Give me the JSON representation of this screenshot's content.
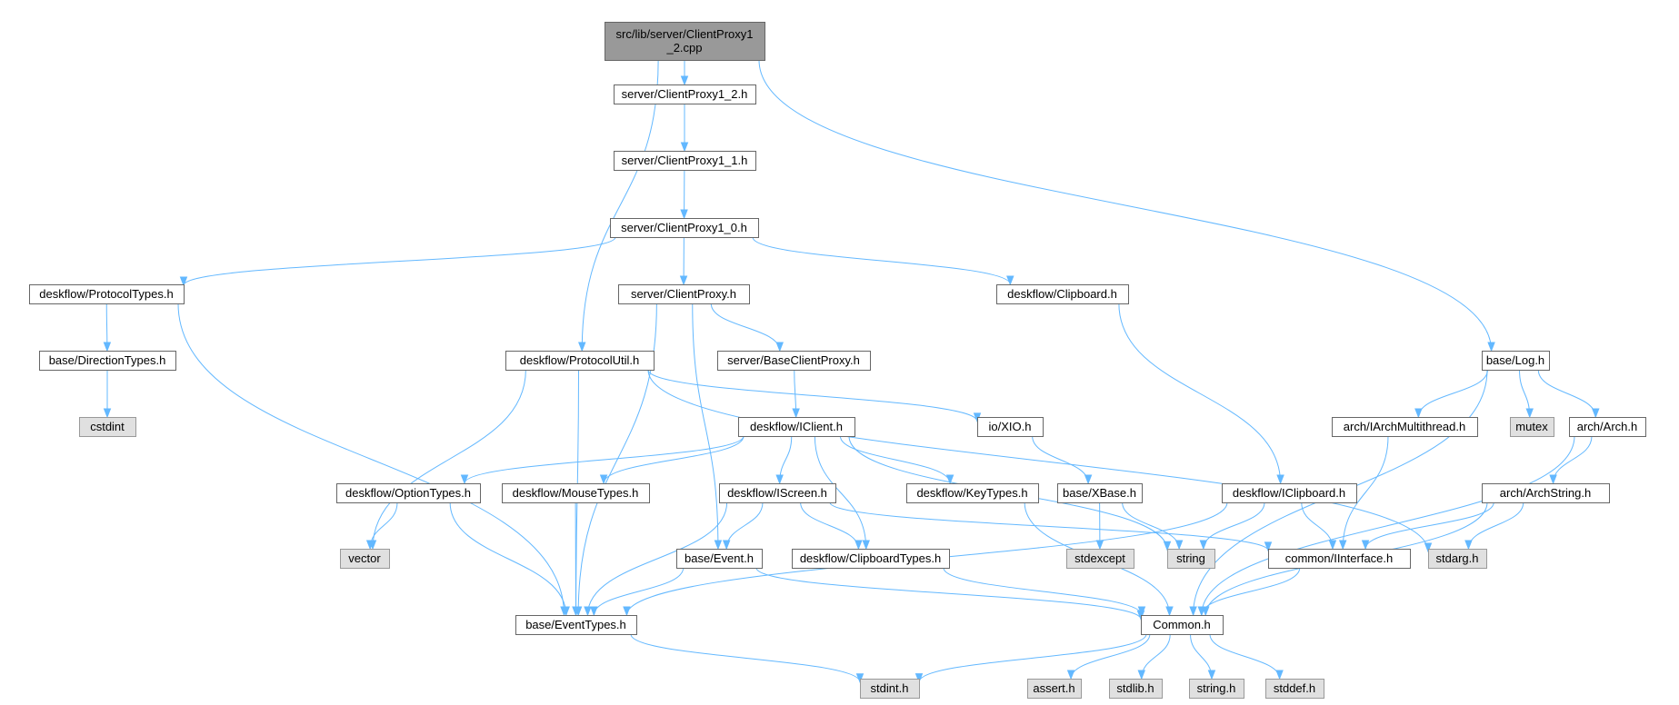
{
  "diagram": {
    "nodes": [
      {
        "id": "root",
        "label": [
          "src/lib/server/ClientProxy1",
          "_2.cpp"
        ],
        "kind": "root"
      },
      {
        "id": "cp12h",
        "label": [
          "server/ClientProxy1_2.h"
        ],
        "kind": "normal"
      },
      {
        "id": "cp11h",
        "label": [
          "server/ClientProxy1_1.h"
        ],
        "kind": "normal"
      },
      {
        "id": "cp10h",
        "label": [
          "server/ClientProxy1_0.h"
        ],
        "kind": "normal"
      },
      {
        "id": "prottypes",
        "label": [
          "deskflow/ProtocolTypes.h"
        ],
        "kind": "normal"
      },
      {
        "id": "cproxy",
        "label": [
          "server/ClientProxy.h"
        ],
        "kind": "normal"
      },
      {
        "id": "clipboard",
        "label": [
          "deskflow/Clipboard.h"
        ],
        "kind": "normal"
      },
      {
        "id": "dirtypes",
        "label": [
          "base/DirectionTypes.h"
        ],
        "kind": "normal"
      },
      {
        "id": "cstdint",
        "label": [
          "cstdint"
        ],
        "kind": "system"
      },
      {
        "id": "protutil",
        "label": [
          "deskflow/ProtocolUtil.h"
        ],
        "kind": "normal"
      },
      {
        "id": "basecp",
        "label": [
          "server/BaseClientProxy.h"
        ],
        "kind": "normal"
      },
      {
        "id": "log",
        "label": [
          "base/Log.h"
        ],
        "kind": "normal"
      },
      {
        "id": "iarchmt",
        "label": [
          "arch/IArchMultithread.h"
        ],
        "kind": "normal"
      },
      {
        "id": "mutex",
        "label": [
          "mutex"
        ],
        "kind": "system"
      },
      {
        "id": "arch",
        "label": [
          "arch/Arch.h"
        ],
        "kind": "normal"
      },
      {
        "id": "iclient",
        "label": [
          "deskflow/IClient.h"
        ],
        "kind": "normal"
      },
      {
        "id": "xio",
        "label": [
          "io/XIO.h"
        ],
        "kind": "normal"
      },
      {
        "id": "opttypes",
        "label": [
          "deskflow/OptionTypes.h"
        ],
        "kind": "normal"
      },
      {
        "id": "mousetypes",
        "label": [
          "deskflow/MouseTypes.h"
        ],
        "kind": "normal"
      },
      {
        "id": "iscreen",
        "label": [
          "deskflow/IScreen.h"
        ],
        "kind": "normal"
      },
      {
        "id": "keytypes",
        "label": [
          "deskflow/KeyTypes.h"
        ],
        "kind": "normal"
      },
      {
        "id": "xbase",
        "label": [
          "base/XBase.h"
        ],
        "kind": "normal"
      },
      {
        "id": "iclipboard",
        "label": [
          "deskflow/IClipboard.h"
        ],
        "kind": "normal"
      },
      {
        "id": "archstring",
        "label": [
          "arch/ArchString.h"
        ],
        "kind": "normal"
      },
      {
        "id": "vector",
        "label": [
          "vector"
        ],
        "kind": "system"
      },
      {
        "id": "event",
        "label": [
          "base/Event.h"
        ],
        "kind": "normal"
      },
      {
        "id": "cliptypes",
        "label": [
          "deskflow/ClipboardTypes.h"
        ],
        "kind": "normal"
      },
      {
        "id": "stdexcept",
        "label": [
          "stdexcept"
        ],
        "kind": "system"
      },
      {
        "id": "string",
        "label": [
          "string"
        ],
        "kind": "system"
      },
      {
        "id": "iinterface",
        "label": [
          "common/IInterface.h"
        ],
        "kind": "normal"
      },
      {
        "id": "stdarg",
        "label": [
          "stdarg.h"
        ],
        "kind": "system"
      },
      {
        "id": "eventtypes",
        "label": [
          "base/EventTypes.h"
        ],
        "kind": "normal"
      },
      {
        "id": "common",
        "label": [
          "Common.h"
        ],
        "kind": "normal"
      },
      {
        "id": "stdint",
        "label": [
          "stdint.h"
        ],
        "kind": "system"
      },
      {
        "id": "assert",
        "label": [
          "assert.h"
        ],
        "kind": "system"
      },
      {
        "id": "stdlib",
        "label": [
          "stdlib.h"
        ],
        "kind": "system"
      },
      {
        "id": "stringh",
        "label": [
          "string.h"
        ],
        "kind": "system"
      },
      {
        "id": "stddef",
        "label": [
          "stddef.h"
        ],
        "kind": "system"
      }
    ],
    "edges": [
      {
        "from": "root",
        "to": "cp12h"
      },
      {
        "from": "root",
        "to": "protutil"
      },
      {
        "from": "root",
        "to": "log"
      },
      {
        "from": "cp12h",
        "to": "cp11h"
      },
      {
        "from": "cp11h",
        "to": "cp10h"
      },
      {
        "from": "cp10h",
        "to": "prottypes"
      },
      {
        "from": "cp10h",
        "to": "cproxy"
      },
      {
        "from": "cp10h",
        "to": "clipboard"
      },
      {
        "from": "prottypes",
        "to": "dirtypes"
      },
      {
        "from": "prottypes",
        "to": "eventtypes"
      },
      {
        "from": "dirtypes",
        "to": "cstdint"
      },
      {
        "from": "cproxy",
        "to": "basecp"
      },
      {
        "from": "cproxy",
        "to": "event"
      },
      {
        "from": "cproxy",
        "to": "eventtypes"
      },
      {
        "from": "basecp",
        "to": "iclient"
      },
      {
        "from": "clipboard",
        "to": "iclipboard"
      },
      {
        "from": "protutil",
        "to": "xio"
      },
      {
        "from": "protutil",
        "to": "stdarg"
      },
      {
        "from": "protutil",
        "to": "vector"
      },
      {
        "from": "protutil",
        "to": "eventtypes"
      },
      {
        "from": "log",
        "to": "iarchmt"
      },
      {
        "from": "log",
        "to": "mutex"
      },
      {
        "from": "log",
        "to": "arch"
      },
      {
        "from": "log",
        "to": "common"
      },
      {
        "from": "arch",
        "to": "archstring"
      },
      {
        "from": "arch",
        "to": "common"
      },
      {
        "from": "iarchmt",
        "to": "iinterface"
      },
      {
        "from": "iclient",
        "to": "opttypes"
      },
      {
        "from": "iclient",
        "to": "mousetypes"
      },
      {
        "from": "iclient",
        "to": "iscreen"
      },
      {
        "from": "iclient",
        "to": "cliptypes"
      },
      {
        "from": "iclient",
        "to": "keytypes"
      },
      {
        "from": "iclient",
        "to": "string"
      },
      {
        "from": "xio",
        "to": "xbase"
      },
      {
        "from": "opttypes",
        "to": "vector"
      },
      {
        "from": "opttypes",
        "to": "eventtypes"
      },
      {
        "from": "mousetypes",
        "to": "eventtypes"
      },
      {
        "from": "iscreen",
        "to": "event"
      },
      {
        "from": "iscreen",
        "to": "cliptypes"
      },
      {
        "from": "iscreen",
        "to": "eventtypes"
      },
      {
        "from": "iscreen",
        "to": "iinterface"
      },
      {
        "from": "keytypes",
        "to": "common"
      },
      {
        "from": "xbase",
        "to": "stdexcept"
      },
      {
        "from": "xbase",
        "to": "string"
      },
      {
        "from": "iclipboard",
        "to": "string"
      },
      {
        "from": "iclipboard",
        "to": "iinterface"
      },
      {
        "from": "iclipboard",
        "to": "eventtypes"
      },
      {
        "from": "archstring",
        "to": "iinterface"
      },
      {
        "from": "archstring",
        "to": "stdarg"
      },
      {
        "from": "archstring",
        "to": "common"
      },
      {
        "from": "event",
        "to": "eventtypes"
      },
      {
        "from": "event",
        "to": "common"
      },
      {
        "from": "cliptypes",
        "to": "common"
      },
      {
        "from": "iinterface",
        "to": "common"
      },
      {
        "from": "eventtypes",
        "to": "stdint"
      },
      {
        "from": "common",
        "to": "stdint"
      },
      {
        "from": "common",
        "to": "assert"
      },
      {
        "from": "common",
        "to": "stdlib"
      },
      {
        "from": "common",
        "to": "stringh"
      },
      {
        "from": "common",
        "to": "stddef"
      }
    ],
    "colors": {
      "edge": "#63b8ff",
      "node_border": "#666666",
      "node_fill": "#ffffff",
      "system_fill": "#e0e0e0",
      "system_border": "#999999",
      "root_fill": "#999999"
    }
  }
}
